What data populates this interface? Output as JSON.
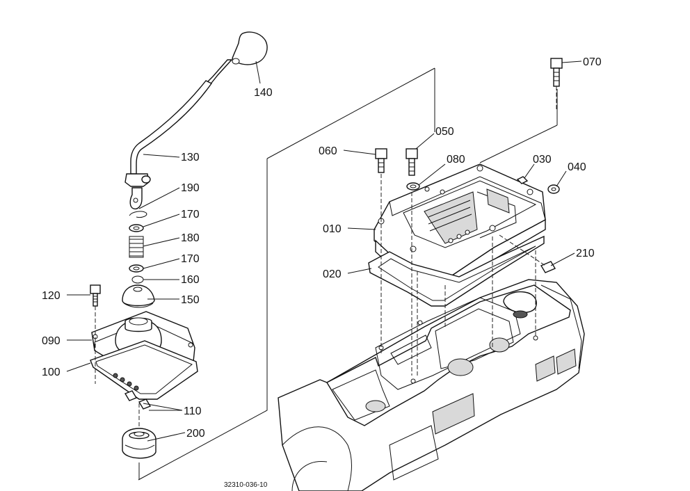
{
  "diagram": {
    "drawing_code": "32310-036-10",
    "callouts": [
      {
        "id": "140",
        "text": "140"
      },
      {
        "id": "130",
        "text": "130"
      },
      {
        "id": "190",
        "text": "190"
      },
      {
        "id": "170a",
        "text": "170"
      },
      {
        "id": "180",
        "text": "180"
      },
      {
        "id": "170b",
        "text": "170"
      },
      {
        "id": "160",
        "text": "160"
      },
      {
        "id": "150",
        "text": "150"
      },
      {
        "id": "120",
        "text": "120"
      },
      {
        "id": "090",
        "text": "090"
      },
      {
        "id": "100",
        "text": "100"
      },
      {
        "id": "110",
        "text": "110"
      },
      {
        "id": "200",
        "text": "200"
      },
      {
        "id": "070",
        "text": "070"
      },
      {
        "id": "050",
        "text": "050"
      },
      {
        "id": "060",
        "text": "060"
      },
      {
        "id": "080",
        "text": "080"
      },
      {
        "id": "030",
        "text": "030"
      },
      {
        "id": "040",
        "text": "040"
      },
      {
        "id": "010",
        "text": "010"
      },
      {
        "id": "210",
        "text": "210"
      },
      {
        "id": "020",
        "text": "020"
      }
    ]
  }
}
